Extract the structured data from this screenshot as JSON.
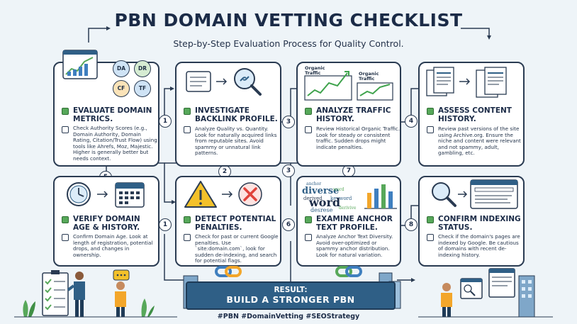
{
  "title": "PBN DOMAIN VETTING CHECKLIST",
  "subtitle": "Step-by-Step Evaluation Process for Quality Control.",
  "badges": [
    "1",
    "2",
    "3",
    "3",
    "4",
    "5",
    "7",
    "1",
    "6",
    "8"
  ],
  "cards": [
    {
      "title": "EVALUATE DOMAIN METRICS.",
      "text": "Check Authority Scores (e.g., Domain Authority, Domain Rating, Citation/Trust Flow) using tools like Ahrefs, Moz, Majestic. Higher is generally better but needs context.",
      "icon_labels": [
        "DA",
        "DR",
        "CF",
        "TF"
      ]
    },
    {
      "title": "INVESTIGATE BACKLINK PROFILE.",
      "text": "Analyze Quality vs. Quantity. Look for naturally acquired links from reputable sites. Avoid spammy or unnatural link patterns."
    },
    {
      "title": "ANALYZE TRAFFIC HISTORY.",
      "text": "Review Historical Organic Traffic. Look for steady or consistent traffic. Sudden drops might indicate penalties.",
      "icon_labels": [
        "Organic Traffic",
        "Organic Traffic"
      ]
    },
    {
      "title": "ASSESS CONTENT HISTORY.",
      "text": "Review past versions of the site using Archive.org. Ensure the niche and content were relevant and not spammy, adult, gambling, etc."
    },
    {
      "title": "VERIFY DOMAIN AGE & HISTORY.",
      "text": "Confirm Domain Age. Look at length of registration, potential drops, and changes in ownership."
    },
    {
      "title": "DETECT POTENTIAL PENALTIES.",
      "text": "Check for past or current Google penalties. Use `site:domain.com`, look for sudden de-indexing, and search for potential flags."
    },
    {
      "title": "EXAMINE ANCHOR TEXT PROFILE.",
      "text": "Analyze Anchor Text Diversity. Avoid over-optimized or spammy anchor distribution. Look for natural variation.",
      "icon_words": [
        "anchor",
        "diverse",
        "word",
        "derived",
        "keyword",
        "word",
        "desrese",
        "derivive"
      ]
    },
    {
      "title": "CONFIRM INDEXING STATUS.",
      "text": "Check if the domain's pages are indexed by Google. Be cautious of domains with recent de-indexing history."
    }
  ],
  "result": {
    "line1": "RESULT:",
    "line2": "BUILD A STRONGER PBN"
  },
  "hashtags": "#PBN #DomainVetting #SEOStrategy",
  "colors": {
    "primary": "#2f5f86",
    "check_green": "#57a85a",
    "warning": "#f3c12a",
    "error": "#e0433b",
    "background": "#eef4f8"
  }
}
